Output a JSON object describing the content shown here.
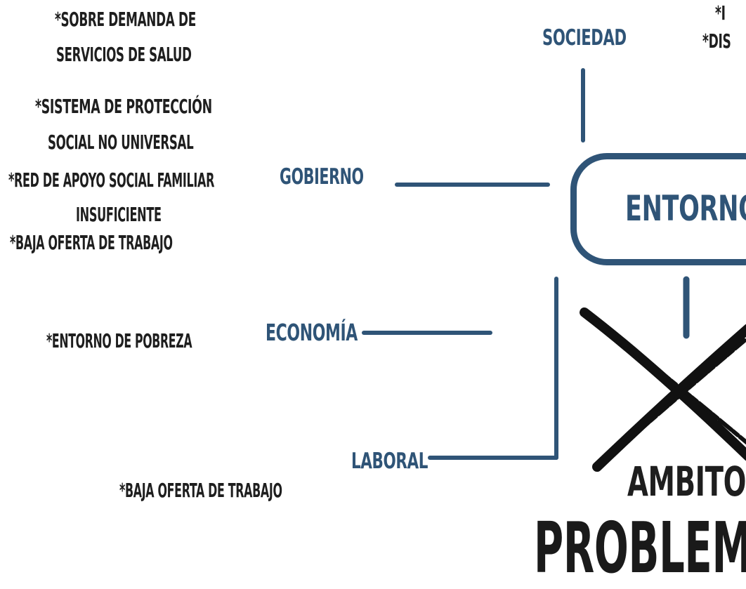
{
  "left_notes": {
    "sobre_demanda_1": "*Sobre demanda de",
    "sobre_demanda_2": "servicios de salud",
    "sistema_1": "*Sistema de protección",
    "sistema_2": "social no universal",
    "red_apoyo_1": "*Red de apoyo social familiar",
    "red_apoyo_2": "insuficiente",
    "baja_oferta_gobierno": "*Baja oferta de trabajo",
    "pobreza": "*Entorno de pobreza",
    "baja_oferta_laboral": "*Baja oferta de trabajo"
  },
  "top_right_notes": {
    "line1": "*I",
    "line2": "*DIS"
  },
  "categories": {
    "sociedad": "Sociedad",
    "gobierno": "Gobierno",
    "economia": "Economía",
    "laboral": "Laboral"
  },
  "center_box": {
    "label": "Entorno"
  },
  "bottom": {
    "ambitos": "Ambitos",
    "problema": "Problema"
  },
  "colors": {
    "accent": "#2f5477",
    "text": "#1e1e1e"
  }
}
